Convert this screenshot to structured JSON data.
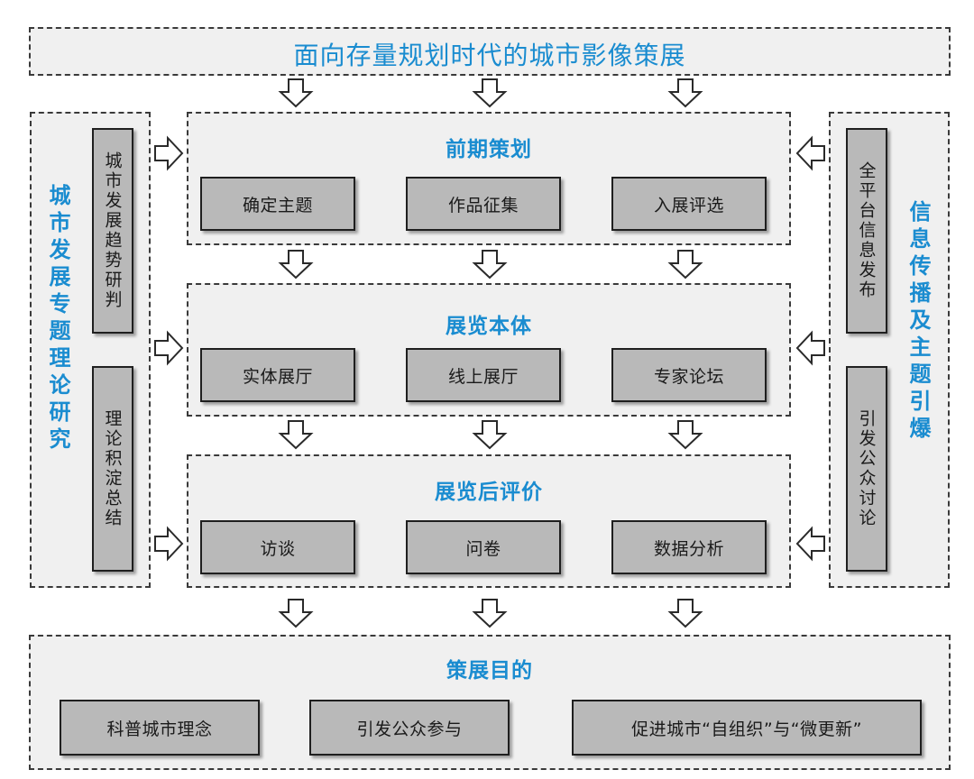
{
  "title": "面向存量规划时代的城市影像策展",
  "left_panel": {
    "label": "城市发展专题理论研究",
    "boxes": [
      "城市发展趋势研判",
      "理论积淀总结"
    ]
  },
  "right_panel": {
    "label": "信息传播及主题引爆",
    "boxes": [
      "全平台信息发布",
      "引发公众讨论"
    ]
  },
  "stages": [
    {
      "title": "前期策划",
      "items": [
        "确定主题",
        "作品征集",
        "入展评选"
      ]
    },
    {
      "title": "展览本体",
      "items": [
        "实体展厅",
        "线上展厅",
        "专家论坛"
      ]
    },
    {
      "title": "展览后评价",
      "items": [
        "访谈",
        "问卷",
        "数据分析"
      ]
    }
  ],
  "goal": {
    "title": "策展目的",
    "items": [
      "科普城市理念",
      "引发公众参与",
      "促进城市“自组织”与“微更新”"
    ]
  },
  "colors": {
    "accent": "#1a8cd0",
    "box_fill": "#b9b9b9",
    "frame_fill": "#f0f0f0"
  }
}
